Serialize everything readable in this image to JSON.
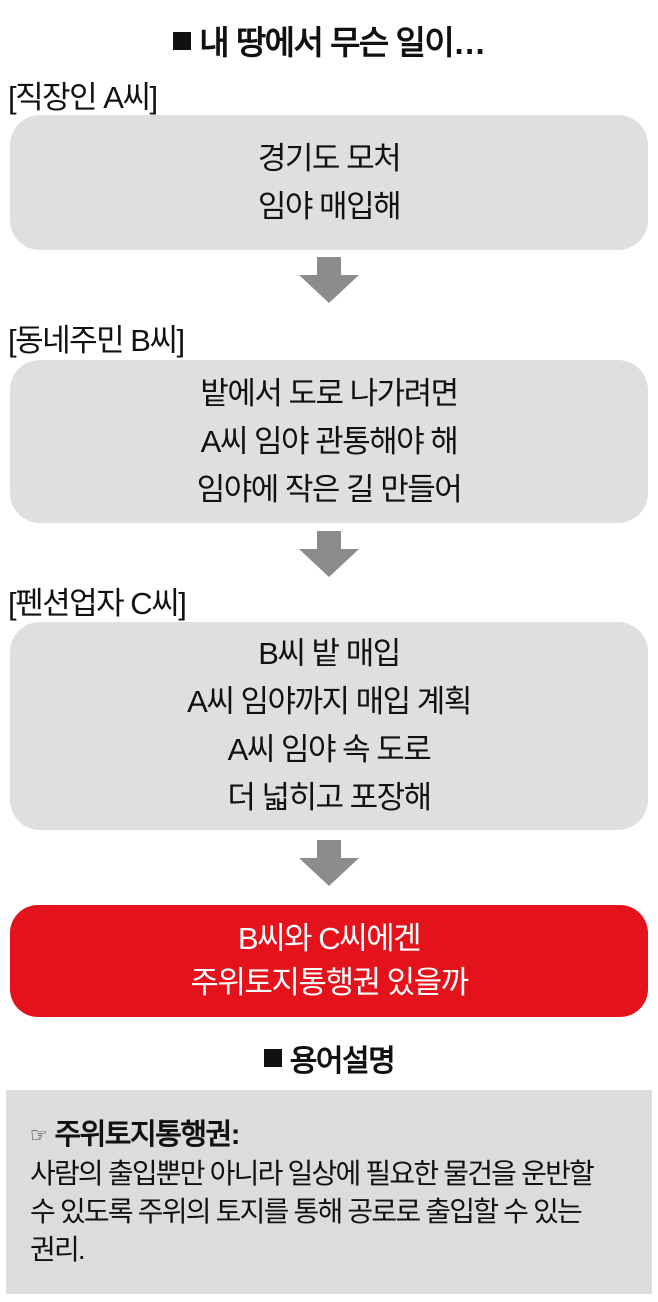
{
  "title": "내 땅에서 무슨 일이…",
  "steps": [
    {
      "label": "[직장인 A씨]",
      "lines": [
        "경기도 모처",
        "임야 매입해"
      ]
    },
    {
      "label": "[동네주민 B씨]",
      "lines": [
        "밭에서 도로 나가려면",
        "A씨 임야 관통해야 해",
        "임야에 작은 길 만들어"
      ]
    },
    {
      "label": "[펜션업자 C씨]",
      "lines": [
        "B씨 밭 매입",
        "A씨 임야까지 매입 계획",
        "A씨 임야 속 도로",
        "더 넓히고 포장해"
      ]
    }
  ],
  "conclusion": {
    "lines": [
      "B씨와 C씨에겐",
      "주위토지통행권 있을까"
    ],
    "color": "#e3121b"
  },
  "glossary": {
    "heading": "용어설명",
    "term": "주위토지통행권:",
    "body_lines": [
      "사람의 출입뿐만 아니라 일상에 필요한 물건을 운반할",
      "수 있도록 주위의 토지를 통해 공로로 출입할 수 있는",
      "권리."
    ]
  }
}
